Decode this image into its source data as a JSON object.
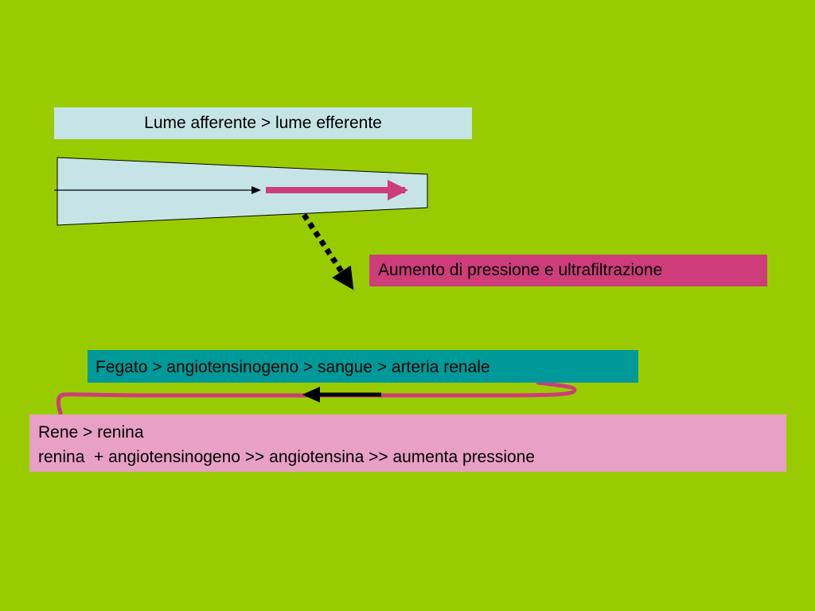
{
  "colors": {
    "background": "#99cc00",
    "light_blue": "#c6e4e6",
    "magenta": "#cc3d7a",
    "teal": "#009999",
    "pink": "#e8a0c4",
    "black": "#000000"
  },
  "boxes": {
    "lume": {
      "text": "Lume afferente > lume efferente"
    },
    "aumento": {
      "text": "Aumento di pressione e ultrafiltrazione"
    },
    "fegato": {
      "text": "Fegato > angiotensinogeno > sangue > arteria renale"
    },
    "rene": {
      "line1": "Rene > renina",
      "line2": "renina  + angiotensinogeno >> angiotensina >> aumenta pressione"
    }
  },
  "icons": {
    "thin_arrow": "arrow-right-icon",
    "flow_arrow": "arrow-right-icon",
    "dotted_arrow": "arrow-down-right-icon",
    "return_arrow": "arrow-left-icon"
  }
}
